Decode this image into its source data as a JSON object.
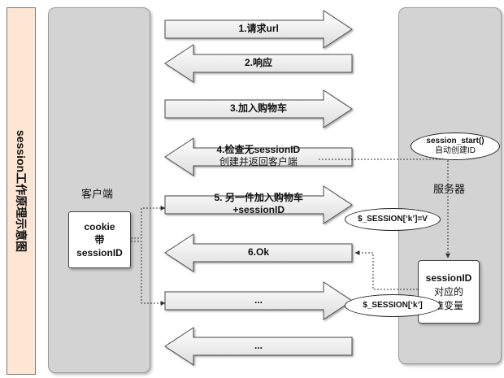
{
  "title": "session工作原理示意图",
  "client": {
    "label": "客户端",
    "cookie_line1": "cookie",
    "cookie_line2": "带",
    "cookie_line3": "sessionID"
  },
  "server": {
    "label": "服务器",
    "session_start_line1": "session_start()",
    "session_start_line2": "自动创建ID",
    "store_line1": "sessionID",
    "store_line2": "对应的",
    "store_line3": "堆变量"
  },
  "steps": [
    {
      "id": "step-1",
      "direction": "right",
      "line1": "1.请求url",
      "line2": ""
    },
    {
      "id": "step-2",
      "direction": "left",
      "line1": "2.响应",
      "line2": ""
    },
    {
      "id": "step-3",
      "direction": "right",
      "line1": "3.加入购物车",
      "line2": ""
    },
    {
      "id": "step-4",
      "direction": "left",
      "line1": "4.检查无sessionID",
      "line2": "创建并返回客户端"
    },
    {
      "id": "step-5",
      "direction": "right",
      "line1": "5. 另一件加入购物车",
      "line2": "+sessionID"
    },
    {
      "id": "step-6",
      "direction": "left",
      "line1": "6.Ok",
      "line2": ""
    },
    {
      "id": "step-7",
      "direction": "right",
      "line1": "...",
      "line2": ""
    },
    {
      "id": "step-8",
      "direction": "left",
      "line1": "...",
      "line2": ""
    }
  ],
  "session_write": "$_SESSION[‘k’]=V",
  "session_read": "$_SESSION[‘k’]"
}
